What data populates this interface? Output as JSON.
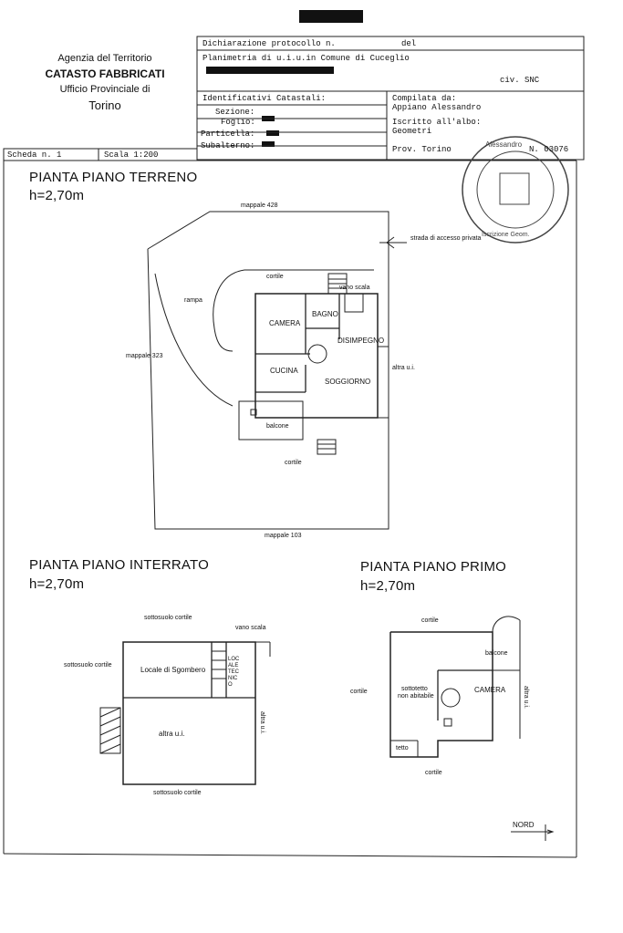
{
  "agency": {
    "line1": "Agenzia del Territorio",
    "line2": "CATASTO FABBRICATI",
    "line3": "Ufficio Provinciale di",
    "line4": "Torino"
  },
  "header": {
    "dichiarazione": "Dichiarazione protocollo n.",
    "del": "del",
    "planimetria": "Planimetria di u.i.u.in Comune di Cuceglio",
    "civ": "civ. SNC",
    "identificativi": "Identificativi Catastali:",
    "sezione": "Sezione:",
    "foglio": "Foglio:",
    "particella": "Particella:",
    "subalterno": "Subalterno:",
    "compilata": "Compilata da:",
    "compilatore": "Appiano Alessandro",
    "iscritto": "Iscritto all'albo:",
    "albo": "Geometri",
    "prov": "Prov. Torino",
    "numero": "N. 03076"
  },
  "scheda": {
    "scheda": "Scheda n. 1",
    "scala": "Scala 1:200"
  },
  "stamp": {
    "top": "Alessandro",
    "bottom": "Iscrizione Geom."
  },
  "terreno": {
    "title": "PIANTA PIANO TERRENO",
    "height": "h=2,70m",
    "labels": {
      "mappale428": "mappale 428",
      "strada": "strada di accesso privata",
      "cortile_top": "cortile",
      "rampa": "rampa",
      "mappale323": "mappale 323",
      "camera": "CAMERA",
      "bagno": "BAGNO",
      "disimpegno": "DISIMPEGNO",
      "cucina": "CUCINA",
      "soggiorno": "SOGGIORNO",
      "altra_ui": "altra u.i.",
      "balcone": "balcone",
      "cortile_bottom": "cortile",
      "mappale103": "mappale 103",
      "vano_scala": "vano scala"
    }
  },
  "interrato": {
    "title": "PIANTA PIANO INTERRATO",
    "height": "h=2,70m",
    "labels": {
      "sottosuolo_top": "sottosuolo cortile",
      "vano_scala": "vano scala",
      "sottosuolo_left": "sottosuolo cortile",
      "sgombero": "Locale di Sgombero",
      "locale_tecnico": "LOCALE TECNICO",
      "altra_ui": "altra u.i.",
      "altra_ui_side": "altra u.i.",
      "sottosuolo_bottom": "sottosuolo cortile"
    }
  },
  "primo": {
    "title": "PIANTA PIANO PRIMO",
    "height": "h=2,70m",
    "labels": {
      "cortile_top": "cortile",
      "balcone": "balcone",
      "cortile_left": "cortile",
      "sottotetto1": "sottotetto",
      "sottotetto2": "non abitabile",
      "camera": "CAMERA",
      "altra_ui": "altra u.i.",
      "tetto": "tetto",
      "cortile_bottom": "cortile"
    }
  },
  "nord": "NORD"
}
